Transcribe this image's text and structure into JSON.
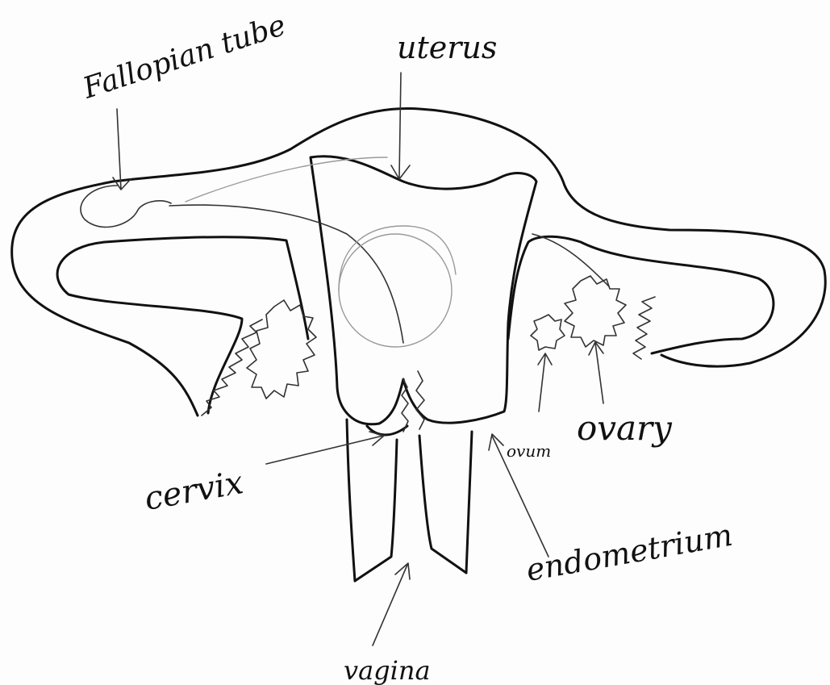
{
  "diagram": {
    "labels": {
      "fallopian_tube": "Fallopian tube",
      "uterus": "uterus",
      "cervix": "cervix",
      "ovum": "ovum",
      "ovary": "ovary",
      "endometrium": "endometrium",
      "vagina": "vagina"
    },
    "colors": {
      "ink": "#111111",
      "pencil": "#9a9a9a",
      "paper": "#fdfdfd"
    }
  }
}
